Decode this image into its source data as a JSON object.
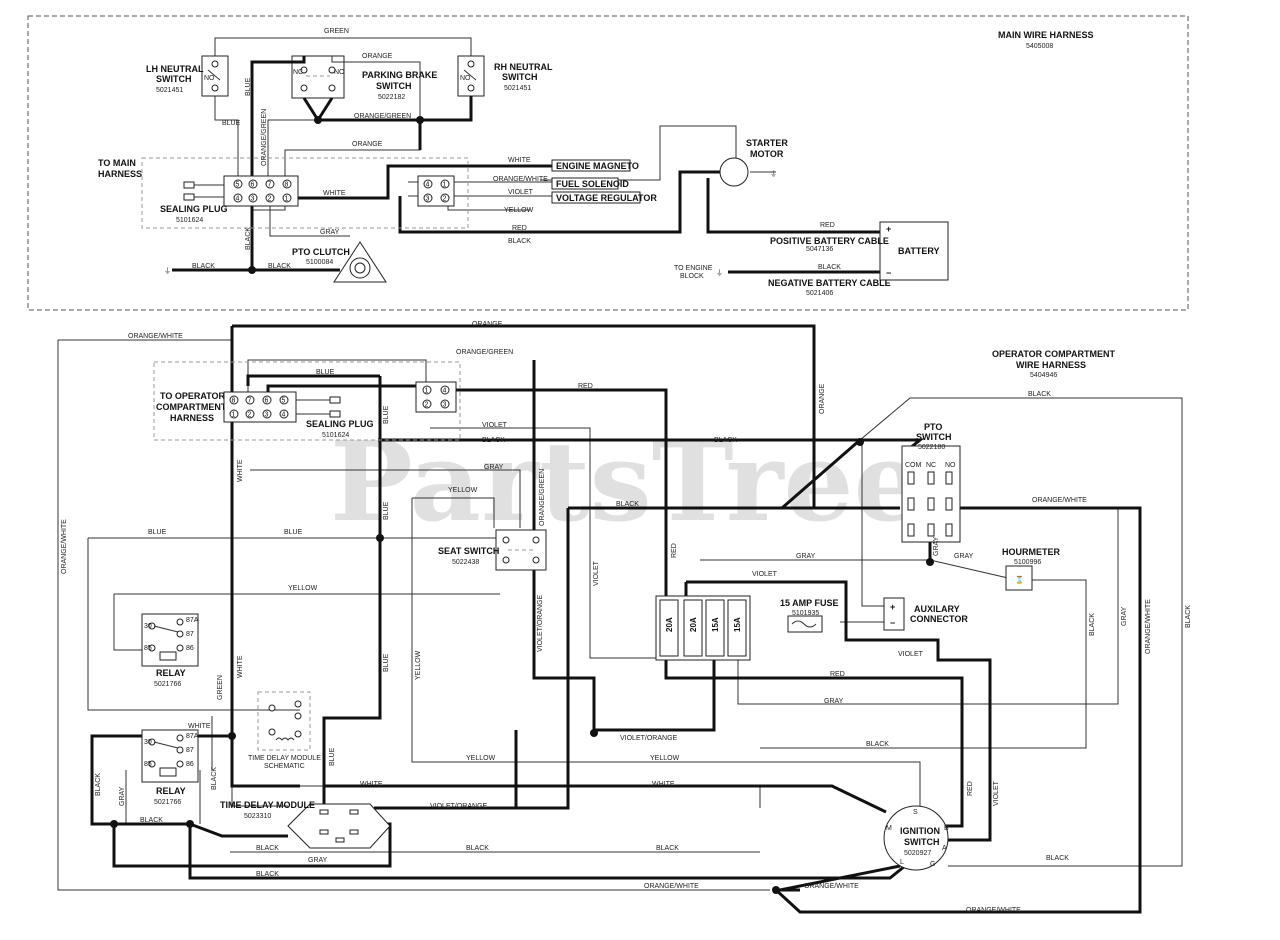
{
  "watermark": "PartsTree",
  "main_harness": {
    "title": "MAIN WIRE HARNESS",
    "part": "5405008",
    "lh_neutral": {
      "name_1": "LH NEUTRAL",
      "name_2": "SWITCH",
      "part": "5021451"
    },
    "parking_brake": {
      "name_1": "PARKING BRAKE",
      "name_2": "SWITCH",
      "part": "5022182"
    },
    "rh_neutral": {
      "name_1": "RH NEUTRAL",
      "name_2": "SWITCH",
      "part": "5021451"
    },
    "to_main": {
      "line_1": "TO MAIN",
      "line_2": "HARNESS"
    },
    "sealing_plug": {
      "name": "SEALING PLUG",
      "part": "5101624"
    },
    "pto_clutch": {
      "name": "PTO CLUTCH",
      "part": "5100084"
    },
    "starter": {
      "line_1": "STARTER",
      "line_2": "MOTOR"
    },
    "engine_magneto": "ENGINE MAGNETO",
    "fuel_solenoid": "FUEL SOLENOID",
    "voltage_regulator": "VOLTAGE REGULATOR",
    "battery": "BATTERY",
    "pos_cable": {
      "name": "POSITIVE BATTERY CABLE",
      "part": "5047136"
    },
    "neg_cable": {
      "name": "NEGATIVE BATTERY CABLE",
      "part": "5021406"
    },
    "to_engine_block": {
      "line_1": "TO ENGINE",
      "line_2": "BLOCK"
    },
    "wires": {
      "green": "GREEN",
      "orange": "ORANGE",
      "blue": "BLUE",
      "orange_green": "ORANGE/GREEN",
      "white": "WHITE",
      "orange_white": "ORANGE/WHITE",
      "violet": "VIOLET",
      "yellow": "YELLOW",
      "red": "RED",
      "black": "BLACK",
      "gray": "GRAY"
    },
    "contacts": {
      "no": "NO",
      "nc": "NC"
    }
  },
  "operator_harness": {
    "title_1": "OPERATOR COMPARTMENT",
    "title_2": "WIRE HARNESS",
    "part": "5404946",
    "to_operator": {
      "line_1": "TO OPERATOR",
      "line_2": "COMPARTMENT",
      "line_3": "HARNESS"
    },
    "sealing_plug": {
      "name": "SEALING PLUG",
      "part": "5101624"
    },
    "pto_switch": {
      "name_1": "PTO",
      "name_2": "SWITCH",
      "part": "5022180"
    },
    "pto_terms": {
      "com": "COM",
      "nc": "NC",
      "no": "NO"
    },
    "seat_switch": {
      "name": "SEAT SWITCH",
      "part": "5022438"
    },
    "hourmeter": {
      "name": "HOURMETER",
      "part": "5100996"
    },
    "aux": {
      "line_1": "AUXILARY",
      "line_2": "CONNECTOR"
    },
    "fuse_block": {
      "f1": "20A",
      "f2": "20A",
      "f3": "15A",
      "f4": "15A"
    },
    "fuse15": {
      "name": "15 AMP FUSE",
      "part": "5101935"
    },
    "relay1": {
      "name": "RELAY",
      "part": "5021766"
    },
    "relay2": {
      "name": "RELAY",
      "part": "5021766"
    },
    "relay_pins": {
      "p87a": "87A",
      "p87": "87",
      "p30": "30",
      "p85": "85",
      "p86": "86"
    },
    "tdm_schematic": {
      "line_1": "TIME DELAY MODULE",
      "line_2": "SCHEMATIC"
    },
    "tdm": {
      "name": "TIME DELAY MODULE",
      "part": "5023310"
    },
    "ignition": {
      "name_1": "IGNITION",
      "name_2": "SWITCH",
      "part": "5020927"
    },
    "ign_terms": {
      "s": "S",
      "b": "B",
      "m": "M",
      "a": "A",
      "l": "L",
      "g": "G"
    },
    "wires": {
      "orange_white": "ORANGE/WHITE",
      "orange": "ORANGE",
      "orange_green": "ORANGE/GREEN",
      "blue": "BLUE",
      "red": "RED",
      "violet": "VIOLET",
      "black": "BLACK",
      "gray": "GRAY",
      "yellow": "YELLOW",
      "white": "WHITE",
      "green": "GREEN",
      "violet_orange": "VIOLET/ORANGE"
    }
  }
}
